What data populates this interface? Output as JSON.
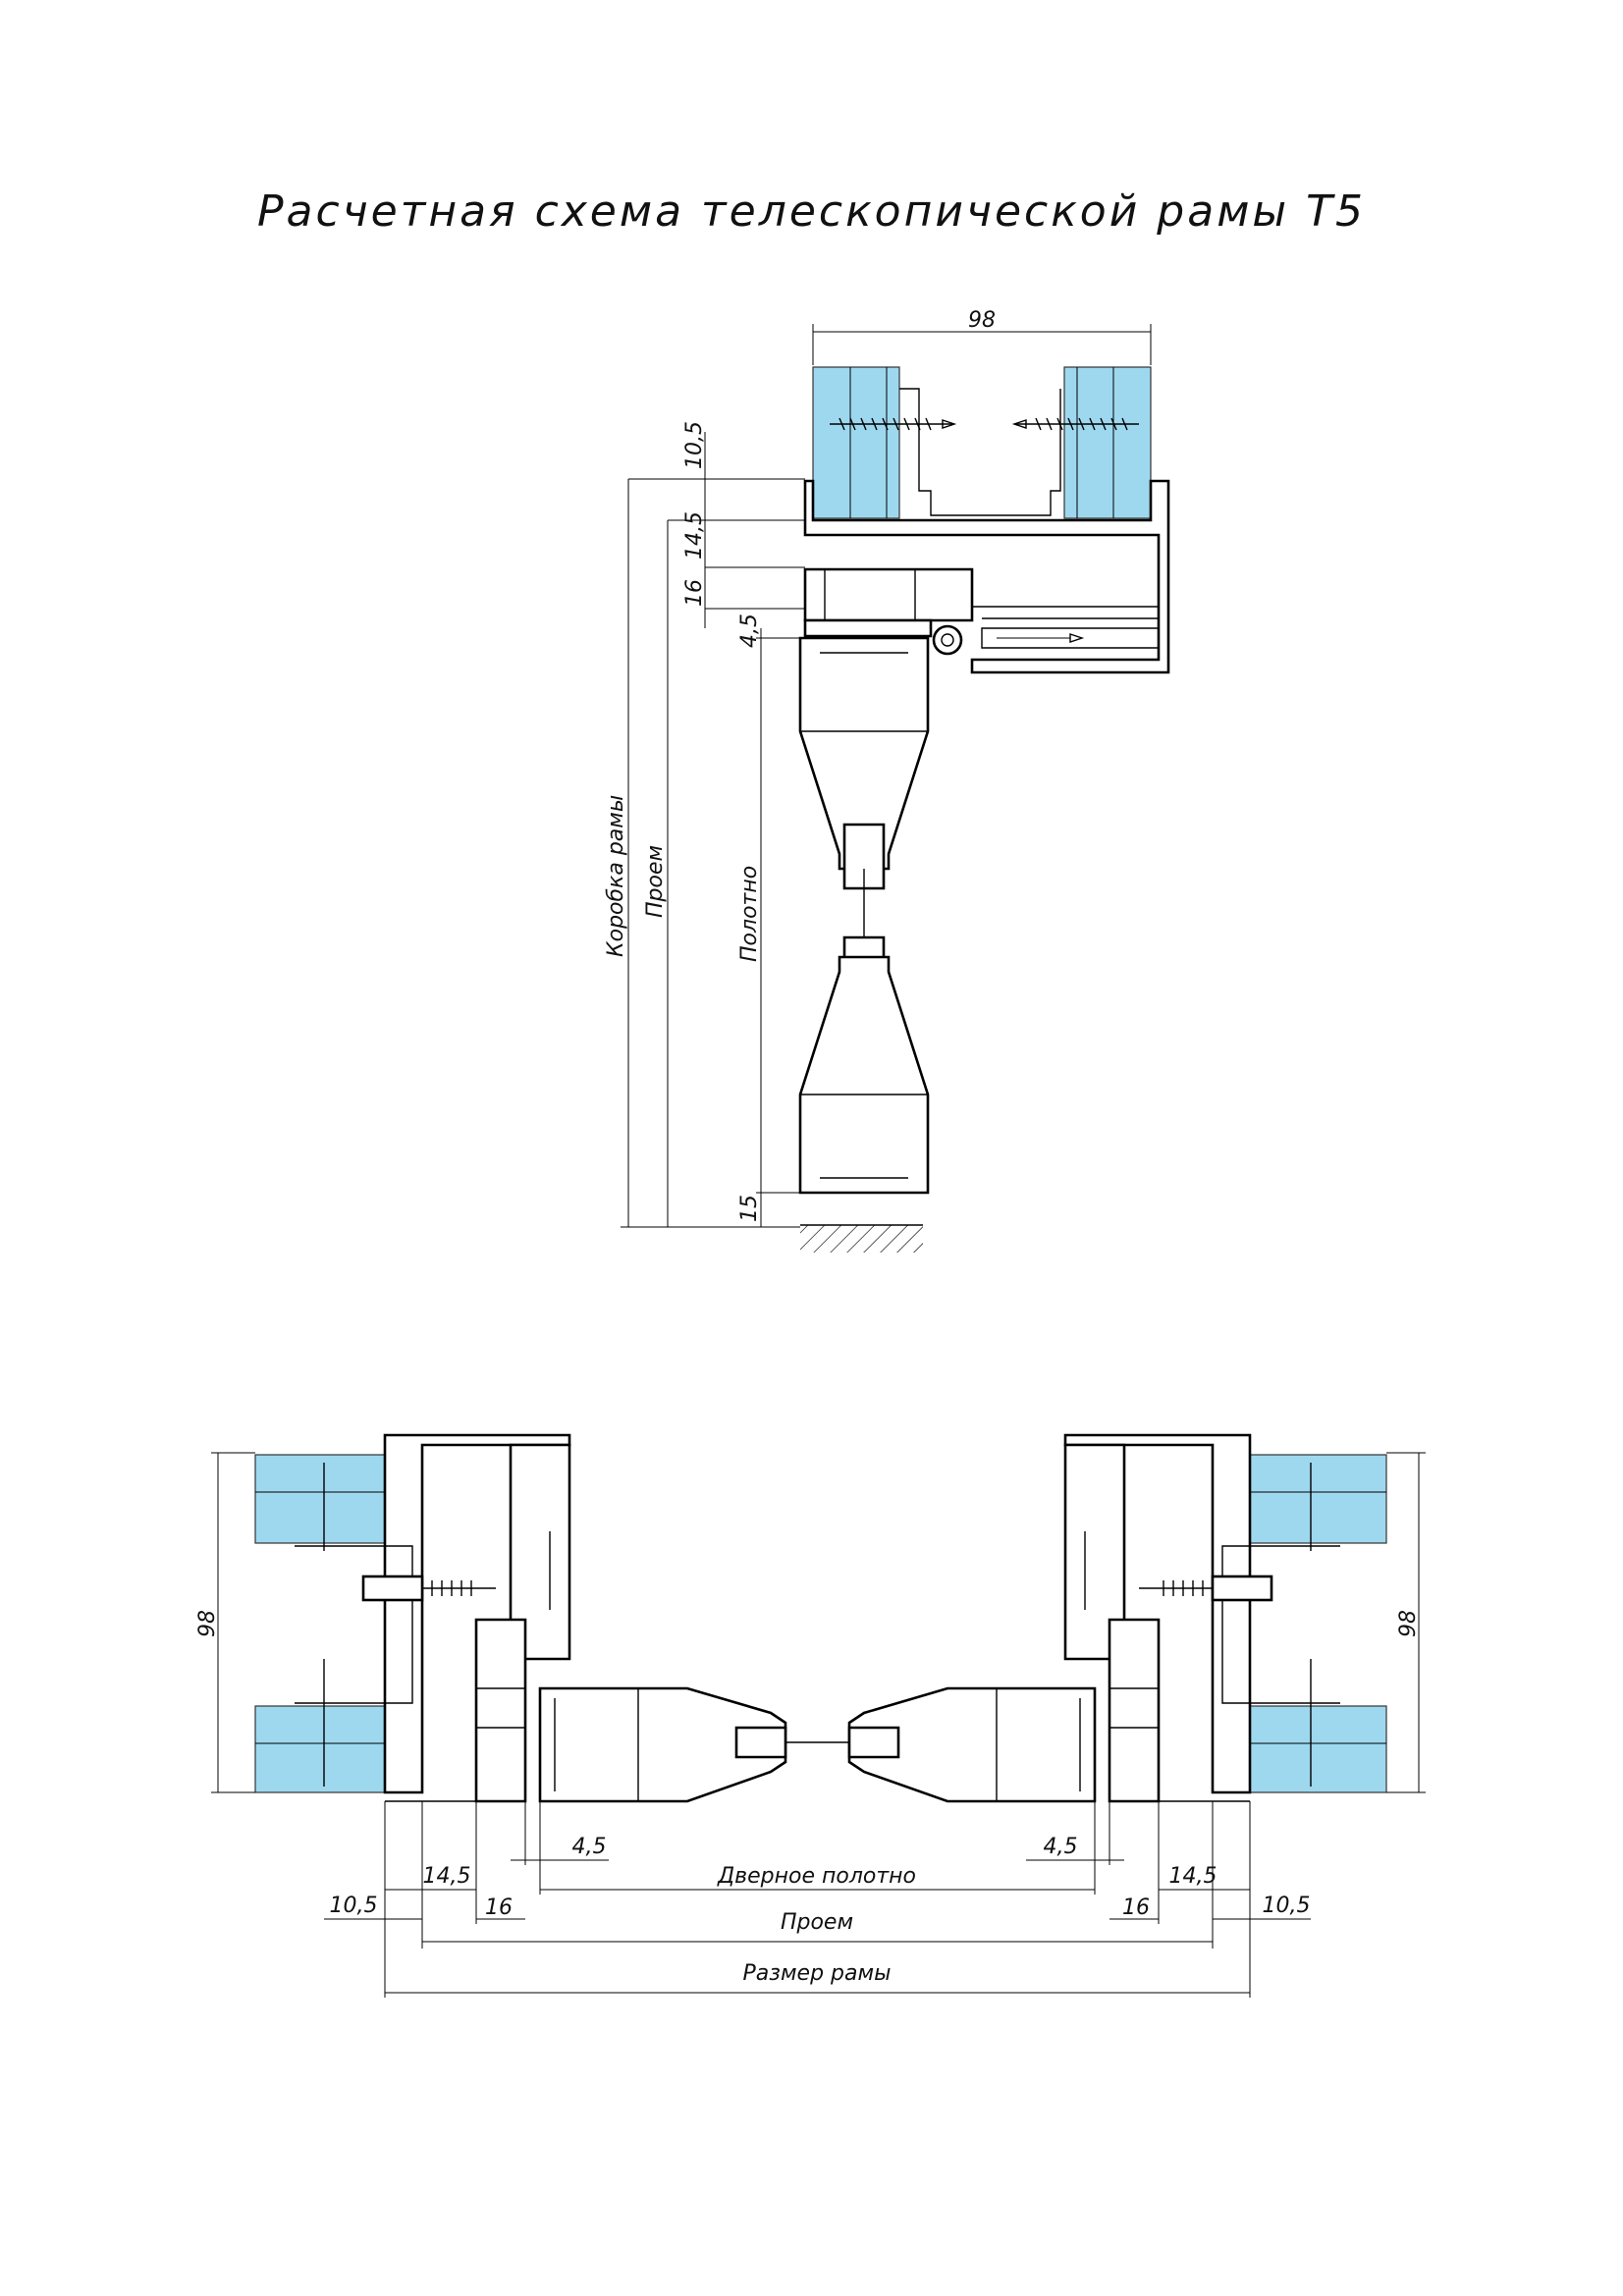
{
  "title": "Расчетная схема телескопической рамы Т5",
  "colors": {
    "glass": "#9ed8ef",
    "line": "#000000",
    "background": "#ffffff"
  },
  "vertical_section": {
    "dim_top": "98",
    "dim_a": "10,5",
    "dim_b": "14,5",
    "dim_c": "16",
    "dim_d": "4,5",
    "dim_bottom": "15",
    "label_box": "Коробка рамы",
    "label_opening": "Проем",
    "label_leaf": "Полотно"
  },
  "horizontal_section": {
    "dim_left_height": "98",
    "dim_right_height": "98",
    "dim_left_gap": "4,5",
    "dim_right_gap": "4,5",
    "label_leaf": "Дверное полотно",
    "dim_left_b": "14,5",
    "dim_right_b": "14,5",
    "dim_left_a": "10,5",
    "dim_right_a": "10,5",
    "dim_left_c": "16",
    "dim_right_c": "16",
    "label_opening": "Проем",
    "label_frame": "Размер рамы"
  }
}
